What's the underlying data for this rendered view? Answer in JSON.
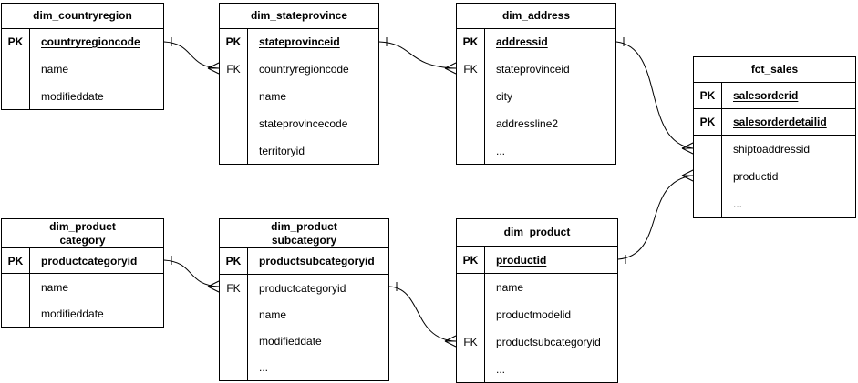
{
  "diagram": {
    "colors": {
      "border": "#000000",
      "background": "#ffffff",
      "line": "#000000",
      "text": "#000000"
    },
    "tables": [
      {
        "title_lines": [
          "dim_countryregion"
        ],
        "rows": [
          {
            "badge": "PK",
            "name": "countryregioncode"
          },
          {
            "badge": "",
            "name": "name"
          },
          {
            "badge": "",
            "name": "modifieddate"
          }
        ]
      },
      {
        "title_lines": [
          "dim_stateprovince"
        ],
        "rows": [
          {
            "badge": "PK",
            "name": "stateprovinceid"
          },
          {
            "badge": "FK",
            "name": "countryregioncode"
          },
          {
            "badge": "",
            "name": "name"
          },
          {
            "badge": "",
            "name": "stateprovincecode"
          },
          {
            "badge": "",
            "name": "territoryid"
          }
        ]
      },
      {
        "title_lines": [
          "dim_address"
        ],
        "rows": [
          {
            "badge": "PK",
            "name": "addressid"
          },
          {
            "badge": "FK",
            "name": "stateprovinceid"
          },
          {
            "badge": "",
            "name": "city"
          },
          {
            "badge": "",
            "name": "addressline2"
          },
          {
            "badge": "",
            "name": "..."
          }
        ]
      },
      {
        "title_lines": [
          "fct_sales"
        ],
        "rows": [
          {
            "badge": "PK",
            "name": "salesorderid"
          },
          {
            "badge": "PK",
            "name": "salesorderdetailid"
          },
          {
            "badge": "",
            "name": "shiptoaddressid"
          },
          {
            "badge": "",
            "name": "productid"
          },
          {
            "badge": "",
            "name": "..."
          }
        ]
      },
      {
        "title_lines": [
          "dim_product",
          "category"
        ],
        "rows": [
          {
            "badge": "PK",
            "name": "productcategoryid"
          },
          {
            "badge": "",
            "name": "name"
          },
          {
            "badge": "",
            "name": "modifieddate"
          }
        ]
      },
      {
        "title_lines": [
          "dim_product",
          "subcategory"
        ],
        "rows": [
          {
            "badge": "PK",
            "name": "productsubcategoryid"
          },
          {
            "badge": "FK",
            "name": "productcategoryid"
          },
          {
            "badge": "",
            "name": "name"
          },
          {
            "badge": "",
            "name": "modifieddate"
          },
          {
            "badge": "",
            "name": "..."
          }
        ]
      },
      {
        "title_lines": [
          "dim_product"
        ],
        "rows": [
          {
            "badge": "PK",
            "name": "productid"
          },
          {
            "badge": "",
            "name": "name"
          },
          {
            "badge": "",
            "name": "productmodelid"
          },
          {
            "badge": "FK",
            "name": "productsubcategoryid"
          },
          {
            "badge": "",
            "name": "..."
          }
        ]
      }
    ],
    "relationships": [
      {
        "from_table": "dim_countryregion",
        "from_column": "countryregioncode",
        "to_table": "dim_stateprovince",
        "to_column": "countryregioncode",
        "cardinality": "one-to-many"
      },
      {
        "from_table": "dim_stateprovince",
        "from_column": "stateprovinceid",
        "to_table": "dim_address",
        "to_column": "stateprovinceid",
        "cardinality": "one-to-many"
      },
      {
        "from_table": "dim_address",
        "from_column": "addressid",
        "to_table": "fct_sales",
        "to_column": "shiptoaddressid",
        "cardinality": "one-to-many"
      },
      {
        "from_table": "dim_product",
        "from_column": "productid",
        "to_table": "fct_sales",
        "to_column": "productid",
        "cardinality": "one-to-many"
      },
      {
        "from_table": "dim_product category",
        "from_column": "productcategoryid",
        "to_table": "dim_product subcategory",
        "to_column": "productcategoryid",
        "cardinality": "one-to-many"
      },
      {
        "from_table": "dim_product subcategory",
        "from_column": "productsubcategoryid",
        "to_table": "dim_product",
        "to_column": "productsubcategoryid",
        "cardinality": "one-to-many"
      }
    ]
  }
}
